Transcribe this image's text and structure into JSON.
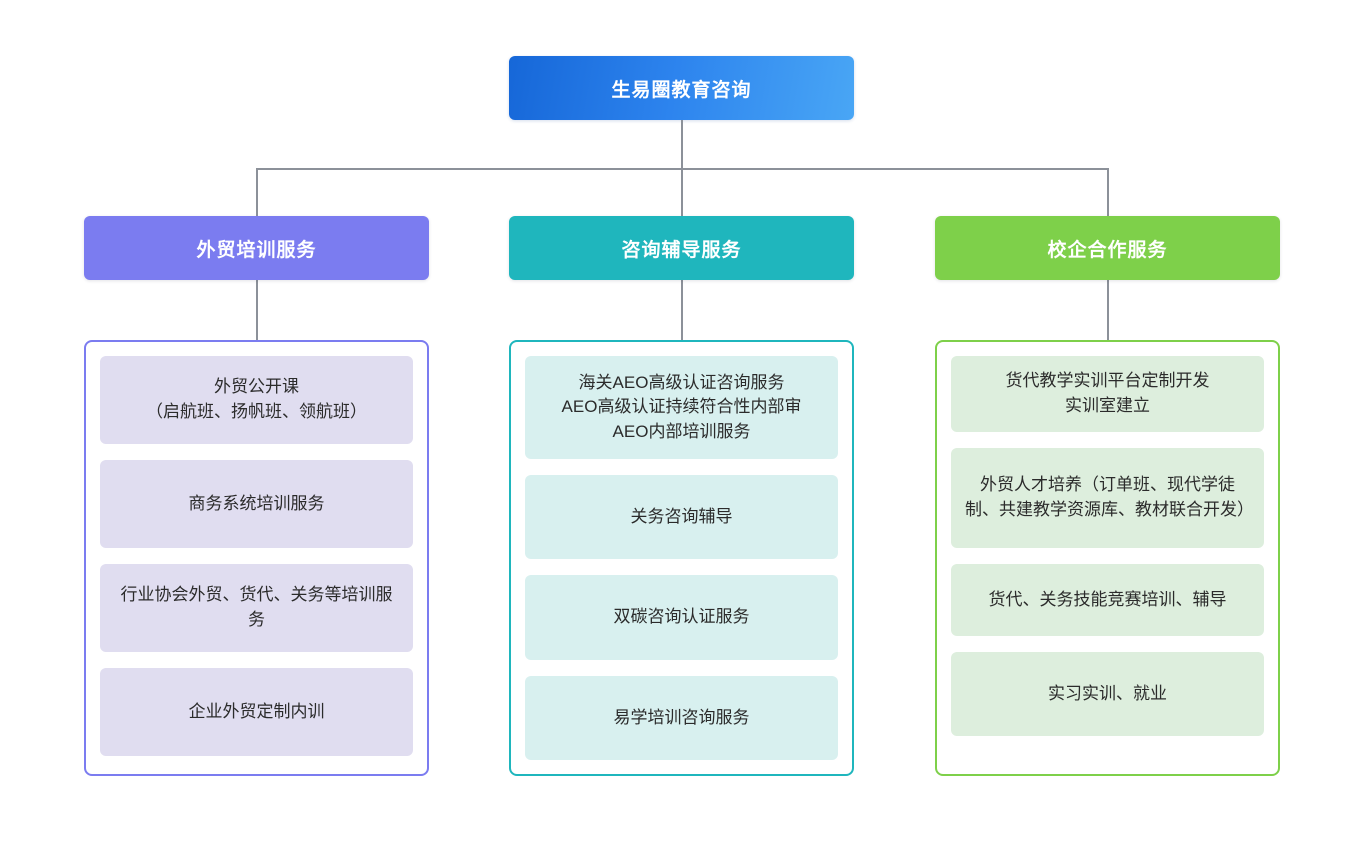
{
  "diagram": {
    "root": {
      "label": "生易圈教育咨询",
      "color": "#2d84ee"
    },
    "columns": [
      {
        "header": "外贸培训服务",
        "color": "#7b7cf0",
        "leaf_fill": "#e0ddf0",
        "items": [
          "外贸公开课\n（启航班、扬帆班、领航班）",
          "商务系统培训服务",
          "行业协会外贸、货代、关务等培训服务",
          "企业外贸定制内训"
        ]
      },
      {
        "header": "咨询辅导服务",
        "color": "#1fb6bd",
        "leaf_fill": "#d8f0ef",
        "items": [
          "海关AEO高级认证咨询服务\nAEO高级认证持续符合性内部审\nAEO内部培训服务",
          "关务咨询辅导",
          "双碳咨询认证服务",
          "易学培训咨询服务"
        ]
      },
      {
        "header": "校企合作服务",
        "color": "#7ed04a",
        "leaf_fill": "#ddeedd",
        "items": [
          "货代教学实训平台定制开发\n实训室建立",
          "外贸人才培养（订单班、现代学徒制、共建教学资源库、教材联合开发）",
          "货代、关务技能竞赛培训、辅导",
          "实习实训、就业"
        ]
      }
    ],
    "connector_color": "#8c9199"
  }
}
